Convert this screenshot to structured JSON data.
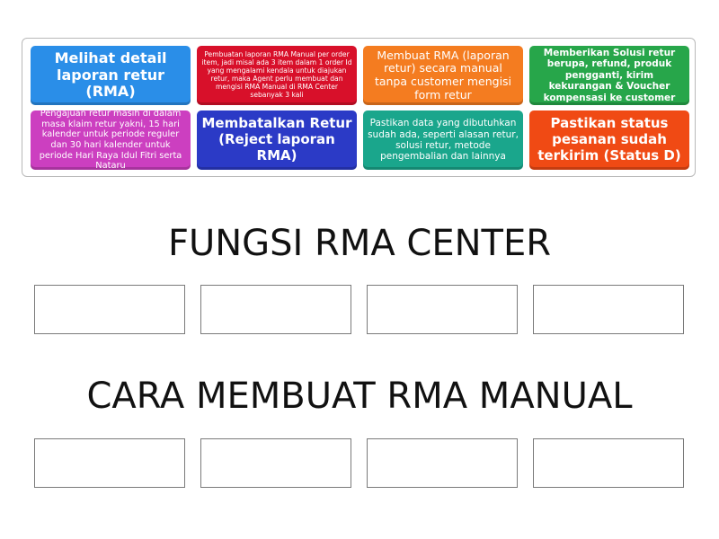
{
  "tiles": [
    {
      "text": "Melihat detail laporan retur (RMA)"
    },
    {
      "text": "Pembuatan laporan RMA Manual per order item, jadi misal ada 3 item dalam 1 order Id yang mengalami kendala untuk diajukan retur, maka Agent perlu membuat dan mengisi RMA Manual di RMA Center sebanyak 3 kali"
    },
    {
      "text": "Membuat RMA (laporan retur) secara manual tanpa customer mengisi form retur"
    },
    {
      "text": "Memberikan Solusi retur berupa, refund, produk pengganti, kirim kekurangan & Voucher kompensasi ke customer"
    },
    {
      "text": "Pengajuan retur masih di dalam masa klaim retur yakni, 15 hari kalender untuk periode reguler dan 30 hari kalender untuk periode Hari Raya Idul Fitri serta Nataru"
    },
    {
      "text": "Membatalkan Retur (Reject laporan RMA)"
    },
    {
      "text": "Pastikan data yang dibutuhkan sudah ada, seperti alasan retur, solusi retur, metode pengembalian dan lainnya"
    },
    {
      "text": "Pastikan status pesanan sudah terkirim (Status D)"
    }
  ],
  "groups": [
    {
      "title": "FUNGSI RMA CENTER"
    },
    {
      "title": "CARA MEMBUAT RMA MANUAL"
    }
  ],
  "colors": {
    "blue": "#2a8ee8",
    "red": "#d8102a",
    "orange": "#f47c20",
    "green": "#27a64a",
    "pink": "#cc3fc0",
    "navy": "#2b3ac6",
    "teal": "#1aa68c",
    "orange_red": "#f04a14"
  }
}
